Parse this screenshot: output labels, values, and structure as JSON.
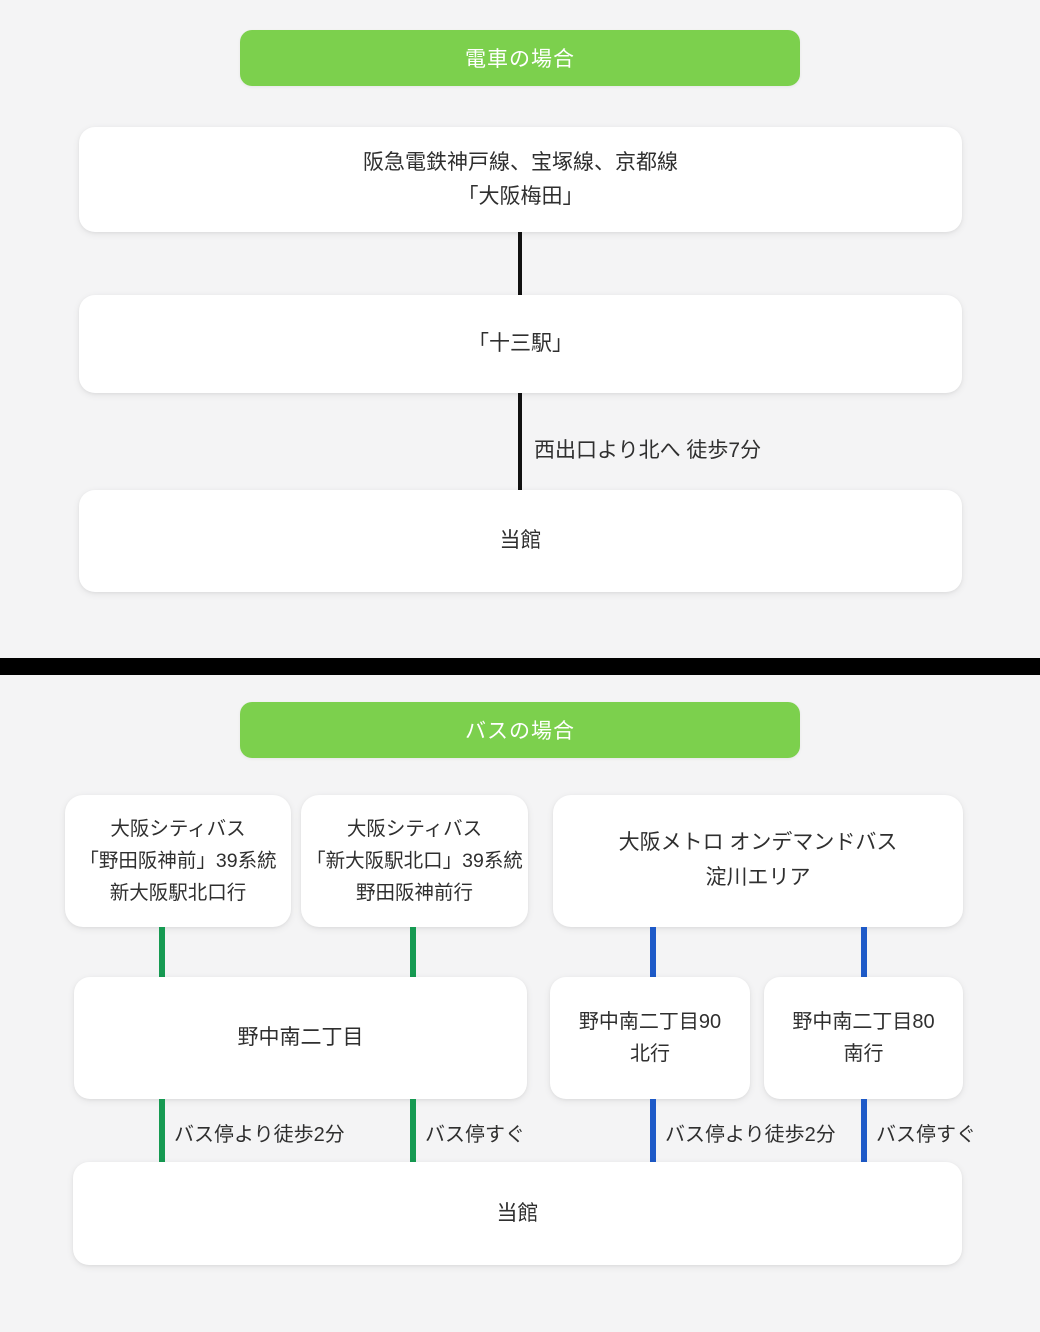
{
  "colors": {
    "accent_green": "#7cd04d",
    "line_green": "#169a52",
    "line_blue": "#1e5ac8",
    "line_black": "#111111",
    "divider": "#000000"
  },
  "train": {
    "header": "電車の場合",
    "station1": [
      "阪急電鉄神戸線、宝塚線、京都線",
      "「大阪梅田」"
    ],
    "station2": "「十三駅」",
    "walk_note": "西出口より北へ 徒歩7分",
    "destination": "当館"
  },
  "bus": {
    "header": "バスの場合",
    "route_a": [
      "大阪シティバス",
      "「野田阪神前」39系統",
      "新大阪駅北口行"
    ],
    "route_b": [
      "大阪シティバス",
      "「新大阪駅北口」39系統",
      "野田阪神前行"
    ],
    "route_c": [
      "大阪メトロ オンデマンドバス",
      "淀川エリア"
    ],
    "stop_main": "野中南二丁目",
    "stop_north": [
      "野中南二丁目90",
      "北行"
    ],
    "stop_south": [
      "野中南二丁目80",
      "南行"
    ],
    "walk_notes": [
      "バス停より徒歩2分",
      "バス停すぐ",
      "バス停より徒歩2分",
      "バス停すぐ"
    ],
    "destination": "当館"
  }
}
